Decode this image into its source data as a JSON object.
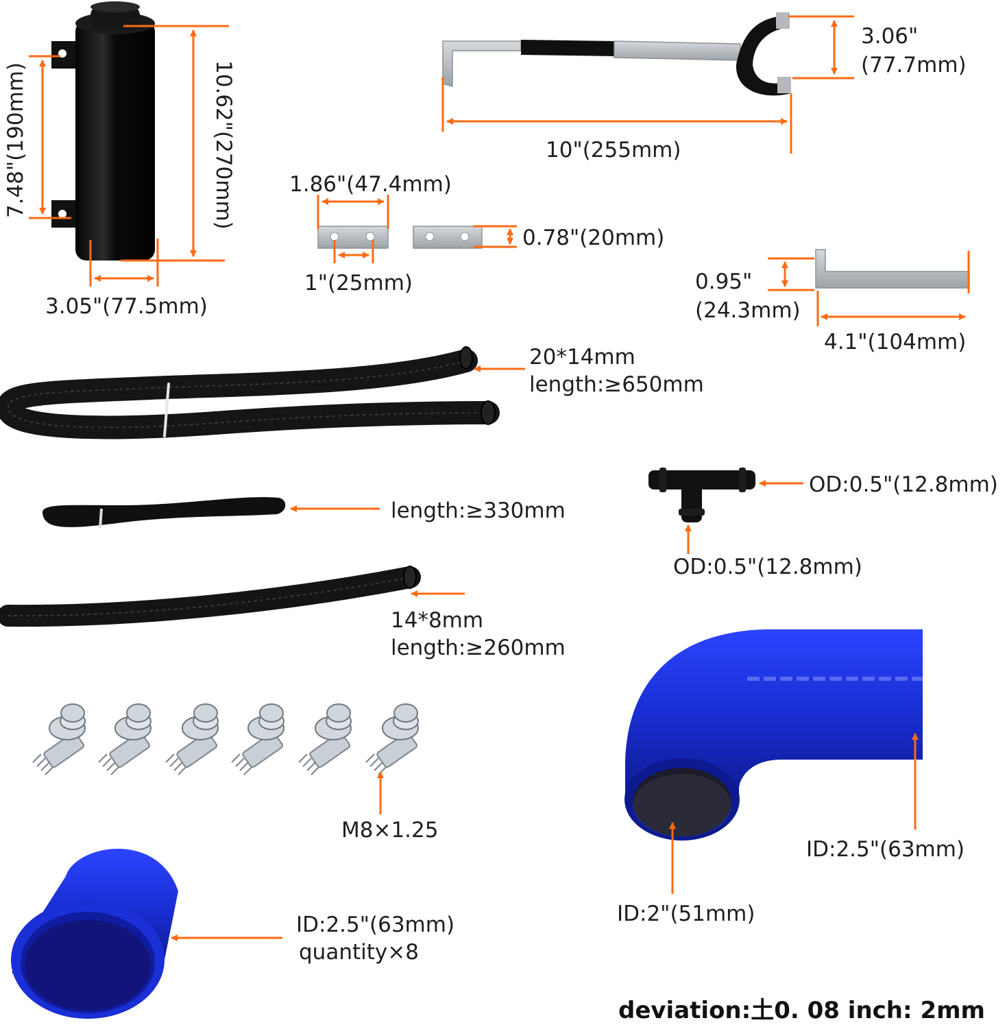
{
  "colors": {
    "dimension_line": "#ff6a13",
    "tank_black": "#0c0c0c",
    "hose_black": "#141414",
    "silicone_blue": "#1a2fd6",
    "aluminum": "#b9bdc1",
    "bolt_zinc": "#c5ccd3",
    "text": "#1e1e1e"
  },
  "tank": {
    "height_label": "10.62\"(270mm)",
    "mount_spacing_label": "7.48\"(190mm)",
    "diameter_label": "3.05\"(77.5mm)"
  },
  "long_bracket": {
    "saddle_height_label": "3.06\"",
    "saddle_height_mm_label": "(77.7mm)",
    "length_label": "10\"(255mm)"
  },
  "flat_plate": {
    "length_label": "1.86\"(47.4mm)",
    "hole_spacing_label": "1\"(25mm)",
    "width_label": "0.78\"(20mm)"
  },
  "l_bracket": {
    "height_label": "0.95\"",
    "height_mm_label": "(24.3mm)",
    "length_label": "4.1\"(104mm)"
  },
  "hose_large": {
    "size_label": "20*14mm",
    "length_label": "length:≥650mm"
  },
  "hose_thin": {
    "length_label": "length:≥330mm"
  },
  "hose_medium": {
    "size_label": "14*8mm",
    "length_label": "length:≥260mm"
  },
  "tee_fitting": {
    "side_od_label": "OD:0.5\"(12.8mm)",
    "bottom_od_label": "OD:0.5\"(12.8mm)"
  },
  "bolts": {
    "thread_label": "M8×1.25"
  },
  "elbow": {
    "outlet_id_label": "ID:2.5\"(63mm)",
    "inlet_id_label": "ID:2\"(51mm)"
  },
  "coupler": {
    "id_label": "ID:2.5\"(63mm)",
    "quantity_label": "quantity×8"
  },
  "footer": {
    "deviation_label": "deviation:土0. 08 inch: 2mm"
  }
}
